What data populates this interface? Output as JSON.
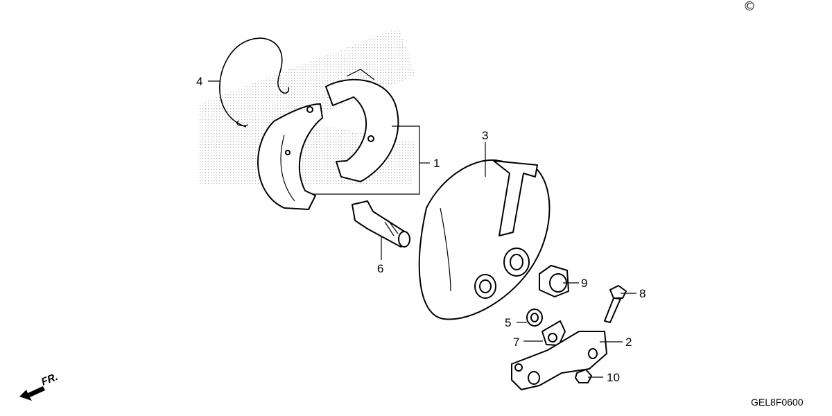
{
  "copyright_symbol": "©",
  "diagram_code": "GEL8F0600",
  "front_indicator": "FR.",
  "callouts": [
    {
      "id": "1",
      "label": "1"
    },
    {
      "id": "2",
      "label": "2"
    },
    {
      "id": "3",
      "label": "3"
    },
    {
      "id": "4",
      "label": "4"
    },
    {
      "id": "5",
      "label": "5"
    },
    {
      "id": "6",
      "label": "6"
    },
    {
      "id": "7",
      "label": "7"
    },
    {
      "id": "8",
      "label": "8"
    },
    {
      "id": "9",
      "label": "9"
    },
    {
      "id": "10",
      "label": "10"
    }
  ],
  "colors": {
    "ink": "#000000",
    "background": "#ffffff",
    "watermark": "#b5b5b5"
  }
}
